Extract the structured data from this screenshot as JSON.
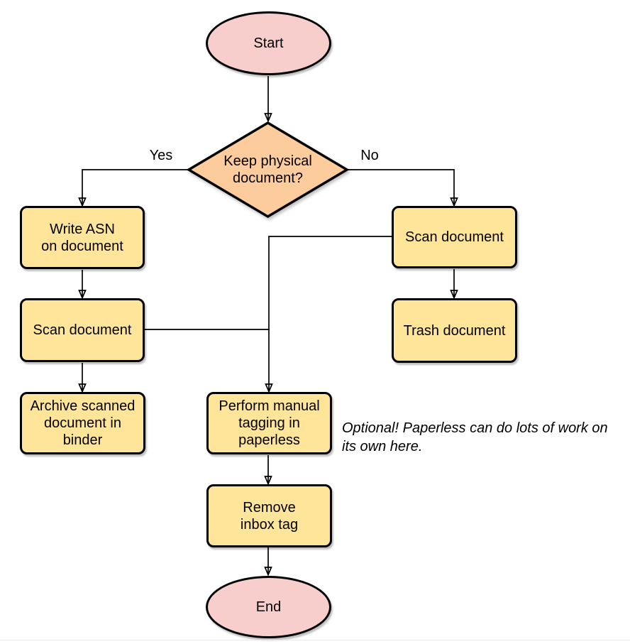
{
  "diagram": {
    "nodes": {
      "start": {
        "label": "Start",
        "shape": "terminator"
      },
      "decision": {
        "label": "Keep physical\ndocument?",
        "shape": "decision"
      },
      "write_asn": {
        "label": "Write ASN\non document",
        "shape": "process"
      },
      "scan_left": {
        "label": "Scan document",
        "shape": "process"
      },
      "archive": {
        "label": "Archive scanned\ndocument in\nbinder",
        "shape": "process"
      },
      "scan_right": {
        "label": "Scan document",
        "shape": "process"
      },
      "trash": {
        "label": "Trash document",
        "shape": "process"
      },
      "tagging": {
        "label": "Perform manual\ntagging in\npaperless",
        "shape": "process"
      },
      "remove_inbox": {
        "label": "Remove\ninbox tag",
        "shape": "process"
      },
      "end": {
        "label": "End",
        "shape": "terminator"
      }
    },
    "edge_labels": {
      "yes": "Yes",
      "no": "No"
    },
    "note": "Optional! Paperless can do lots of work on\nits own here.",
    "colors": {
      "stroke": "#000000",
      "terminal_fill": "#f8cecc",
      "decision_fill": "#fdcc9c",
      "process_fill": "#ffe59a",
      "divider": "#ebebeb"
    }
  }
}
